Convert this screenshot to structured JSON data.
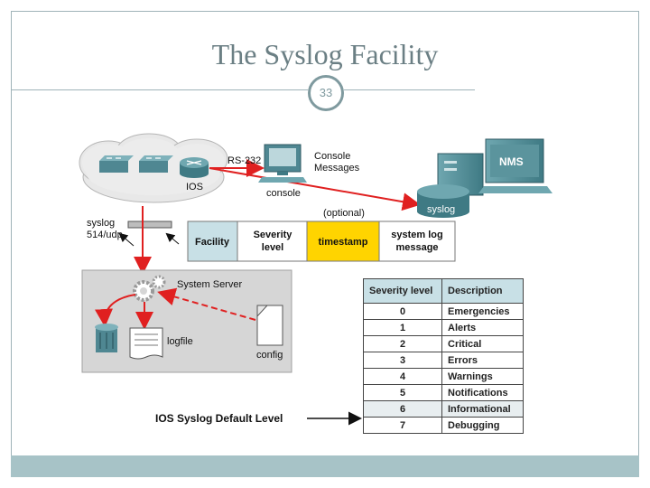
{
  "slide": {
    "title": "The Syslog Facility",
    "page_number": "33"
  },
  "diagram": {
    "ios_label": "IOS",
    "rs232_label": "RS-232",
    "console_messages_label": "Console\nMessages",
    "console_label": "console",
    "optional_label": "(optional)",
    "nms_label": "NMS",
    "syslog_label": "syslog",
    "syslog_port_label": "syslog\n514/udp",
    "system_server_label": "System Server",
    "logfile_label": "logfile",
    "config_label": "config",
    "default_level_label": "IOS Syslog Default Level",
    "message_fields": [
      "Facility",
      "Severity\nlevel",
      "timestamp",
      "system log\nmessage"
    ]
  },
  "severity_table": {
    "headers": [
      "Severity level",
      "Description"
    ],
    "rows": [
      {
        "level": "0",
        "description": "Emergencies"
      },
      {
        "level": "1",
        "description": "Alerts"
      },
      {
        "level": "2",
        "description": "Critical"
      },
      {
        "level": "3",
        "description": "Errors"
      },
      {
        "level": "4",
        "description": "Warnings"
      },
      {
        "level": "5",
        "description": "Notifications"
      },
      {
        "level": "6",
        "description": "Informational"
      },
      {
        "level": "7",
        "description": "Debugging"
      }
    ]
  },
  "colors": {
    "accent": "#a7c3c7",
    "arrow_red": "#e02020",
    "timestamp_yellow": "#ffd400",
    "facility_blue": "#c8e0e6"
  }
}
